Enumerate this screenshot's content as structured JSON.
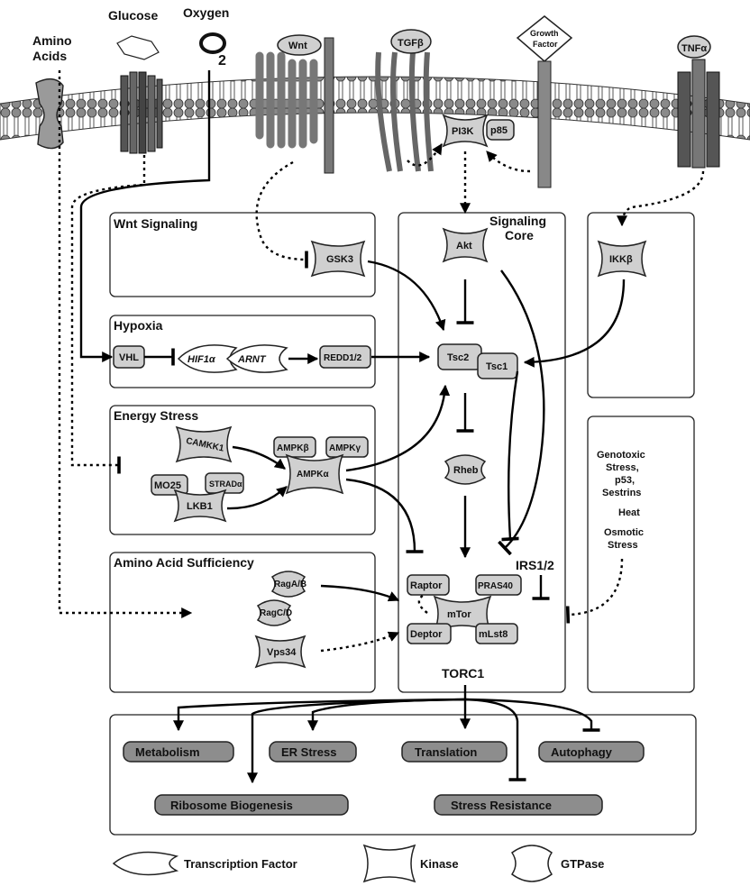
{
  "extracellular": {
    "amino_acids": "Amino Acids",
    "glucose": "Glucose",
    "oxygen": "Oxygen",
    "o2": "O",
    "o2_sub": "2",
    "wnt": "Wnt",
    "tgfb": "TGFβ",
    "growth_factor_1": "Growth",
    "growth_factor_2": "Factor",
    "tnfa": "TNFα",
    "pi3k": "PI3K",
    "p85": "p85"
  },
  "panels": {
    "wnt": "Wnt Signaling",
    "hypoxia": "Hypoxia",
    "energy": "Energy Stress",
    "amino": "Amino Acid Sufficiency",
    "core_1": "Signaling",
    "core_2": "Core",
    "torc1": "TORC1"
  },
  "nodes": {
    "gsk3": "GSK3",
    "vhl": "VHL",
    "hif1a": "HIF1α",
    "arnt": "ARNT",
    "redd": "REDD1/2",
    "camkk1": "CAMKK1",
    "mo25": "MO25",
    "strada": "STRADα",
    "lkb1": "LKB1",
    "ampkb": "AMPKβ",
    "ampkg": "AMPKγ",
    "ampka": "AMPKα",
    "raga": "RagA/B",
    "ragc": "RagC/D",
    "vps34": "Vps34",
    "akt": "Akt",
    "tsc2": "Tsc2",
    "tsc1": "Tsc1",
    "rheb": "Rheb",
    "raptor": "Raptor",
    "pras40": "PRAS40",
    "mtor": "mTor",
    "deptor": "Deptor",
    "mlst8": "mLst8",
    "irs": "IRS1/2",
    "ikkb": "IKKβ"
  },
  "stresses": [
    "Genotoxic",
    "Stress,",
    "p53,",
    "Sestrins",
    "Heat",
    "Osmotic",
    "Stress"
  ],
  "outputs": {
    "metabolism": "Metabolism",
    "er_stress": "ER Stress",
    "translation": "Translation",
    "autophagy": "Autophagy",
    "ribosome": "Ribosome Biogenesis",
    "stress_resistance": "Stress Resistance"
  },
  "legend": {
    "tf": "Transcription Factor",
    "kinase": "Kinase",
    "gtpase": "GTPase"
  }
}
